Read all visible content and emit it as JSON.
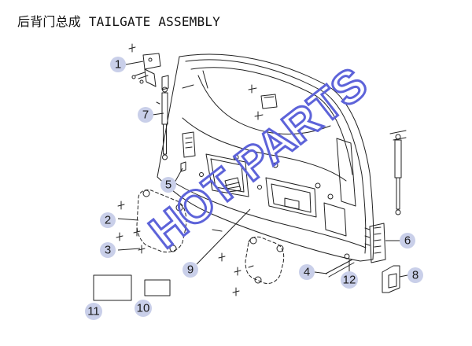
{
  "title": "后背门总成 TAILGATE ASSEMBLY",
  "callouts": [
    {
      "id": "1",
      "label": "1"
    },
    {
      "id": "2",
      "label": "2"
    },
    {
      "id": "3",
      "label": "3"
    },
    {
      "id": "4",
      "label": "4"
    },
    {
      "id": "5",
      "label": "5"
    },
    {
      "id": "6",
      "label": "6"
    },
    {
      "id": "7",
      "label": "7"
    },
    {
      "id": "8",
      "label": "8"
    },
    {
      "id": "9",
      "label": "9"
    },
    {
      "id": "10",
      "label": "10"
    },
    {
      "id": "11",
      "label": "11"
    },
    {
      "id": "12",
      "label": "12"
    }
  ],
  "watermark": {
    "text": "HOT PARTS",
    "color": "#5d63d9"
  },
  "colors": {
    "line": "#222222",
    "bubble": "#c9cfe9"
  }
}
